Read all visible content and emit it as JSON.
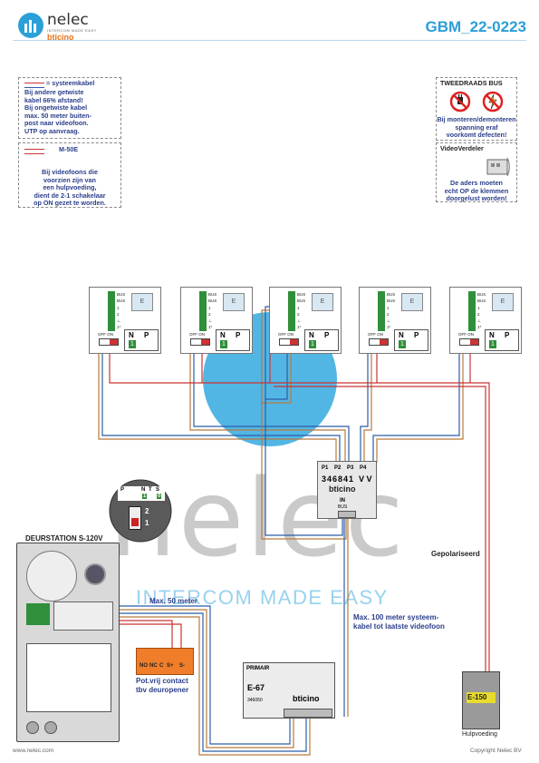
{
  "header": {
    "brand_name": "nelec",
    "brand_tagline": "INTERCOM MADE EASY",
    "brand_partner": "bticino",
    "doc_code": "GBM_22-0223"
  },
  "notes": {
    "cable_legend_title": "= systeemkabel",
    "cable_notes": [
      "Bij andere getwiste",
      "kabel 66% afstand!",
      "Bij ongetwiste kabel",
      "max. 50 meter buiten-",
      "post naar videofoon.",
      "UTP op aanvraag."
    ],
    "m50e_title": "M-50E",
    "m50e_notes": [
      "Bij videofoons die",
      "voorzien zijn van",
      "een hulpvoeding,",
      "dient de 2-1 schakelaar",
      "op ON gezet te worden."
    ],
    "bus_title": "TWEEDRAADS BUS",
    "bus_notes": [
      "Bij monteren/demonteren",
      "spanning eraf",
      "voorkomt defecten!"
    ],
    "distributor_title": "VideoVerdeler",
    "distributor_notes": [
      "De aders moeten",
      "echt OP de klemmen",
      "doorgelust worden!"
    ]
  },
  "watermark": {
    "text": "nelec",
    "subtext": "INTERCOM MADE EASY"
  },
  "videophone": {
    "screen_letter": "E",
    "terminals": [
      "BUS",
      "BUS",
      "1",
      "2",
      "⊥",
      "1*"
    ],
    "switch_label": "OFF ON",
    "n_label": "N",
    "p_label": "P",
    "n_value": "1"
  },
  "distributor": {
    "ports": [
      "P1",
      "P2",
      "P3",
      "P4"
    ],
    "model": "346841",
    "vv_label": "V V",
    "brand": "bticino",
    "in_label": "IN",
    "bus_label": "BUS"
  },
  "zoom_detail": {
    "terms": [
      "P",
      "N",
      "T",
      "S"
    ],
    "values": [
      "1",
      "0"
    ],
    "switch_top": "2",
    "switch_bottom": "1"
  },
  "door_station": {
    "title": "DEURSTATION S-120V"
  },
  "labels": {
    "polarized": "Gepolariseerd",
    "max50": "Max. 50 meter",
    "max100_line1": "Max. 100 meter systeem-",
    "max100_line2": "kabel tot laatste videofoon"
  },
  "relay": {
    "terminals": [
      "NO",
      "NC",
      "C",
      "S+",
      "S-"
    ],
    "caption_line1": "Pot.vrij contact",
    "caption_line2": "tbv deuropener"
  },
  "power_unit": {
    "primary_label": "PRIMAIR",
    "model": "E-67",
    "code": "346050",
    "brand": "bticino"
  },
  "aux_supply": {
    "model": "E-150",
    "caption": "Hulpvoeding"
  },
  "footer": {
    "website": "www.nelec.com",
    "copyright": "Copyright Nelec BV"
  }
}
